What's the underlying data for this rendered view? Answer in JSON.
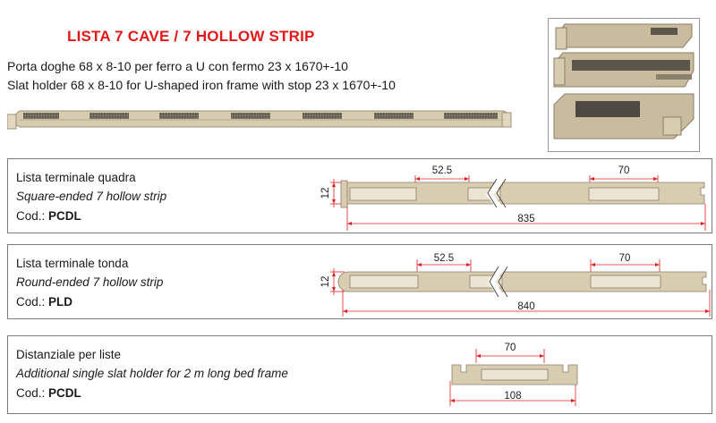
{
  "title": "LISTA 7 CAVE / 7 HOLLOW STRIP",
  "description": {
    "it": "Porta doghe 68 x 8-10 per ferro a U con fermo 23 x 1670+-10",
    "en": "Slat holder 68 x 8-10 for U-shaped iron frame with stop 23 x 1670+-10"
  },
  "sections": [
    {
      "name_it": "Lista terminale quadra",
      "name_en": "Square-ended 7 hollow strip",
      "code_label": "Cod.:",
      "code": "PCDL",
      "dims": {
        "gap": "52.5",
        "slot": "70",
        "total": "835",
        "height": "12"
      }
    },
    {
      "name_it": "Lista terminale tonda",
      "name_en": "Round-ended 7 hollow strip",
      "code_label": "Cod.:",
      "code": "PLD",
      "dims": {
        "gap": "52.5",
        "slot": "70",
        "total": "840",
        "height": "12"
      }
    },
    {
      "name_it": "Distanziale per liste",
      "name_en": "Additional single slat holder for 2 m long bed frame",
      "code_label": "Cod.:",
      "code": "PCDL",
      "dims": {
        "slot": "70",
        "total": "108"
      }
    }
  ],
  "colors": {
    "title": "#e01a1a",
    "strip_body": "#d9cdb1",
    "strip_edge": "#8a7f68",
    "slot": "#ece5d3",
    "dimension": "#e02020"
  }
}
